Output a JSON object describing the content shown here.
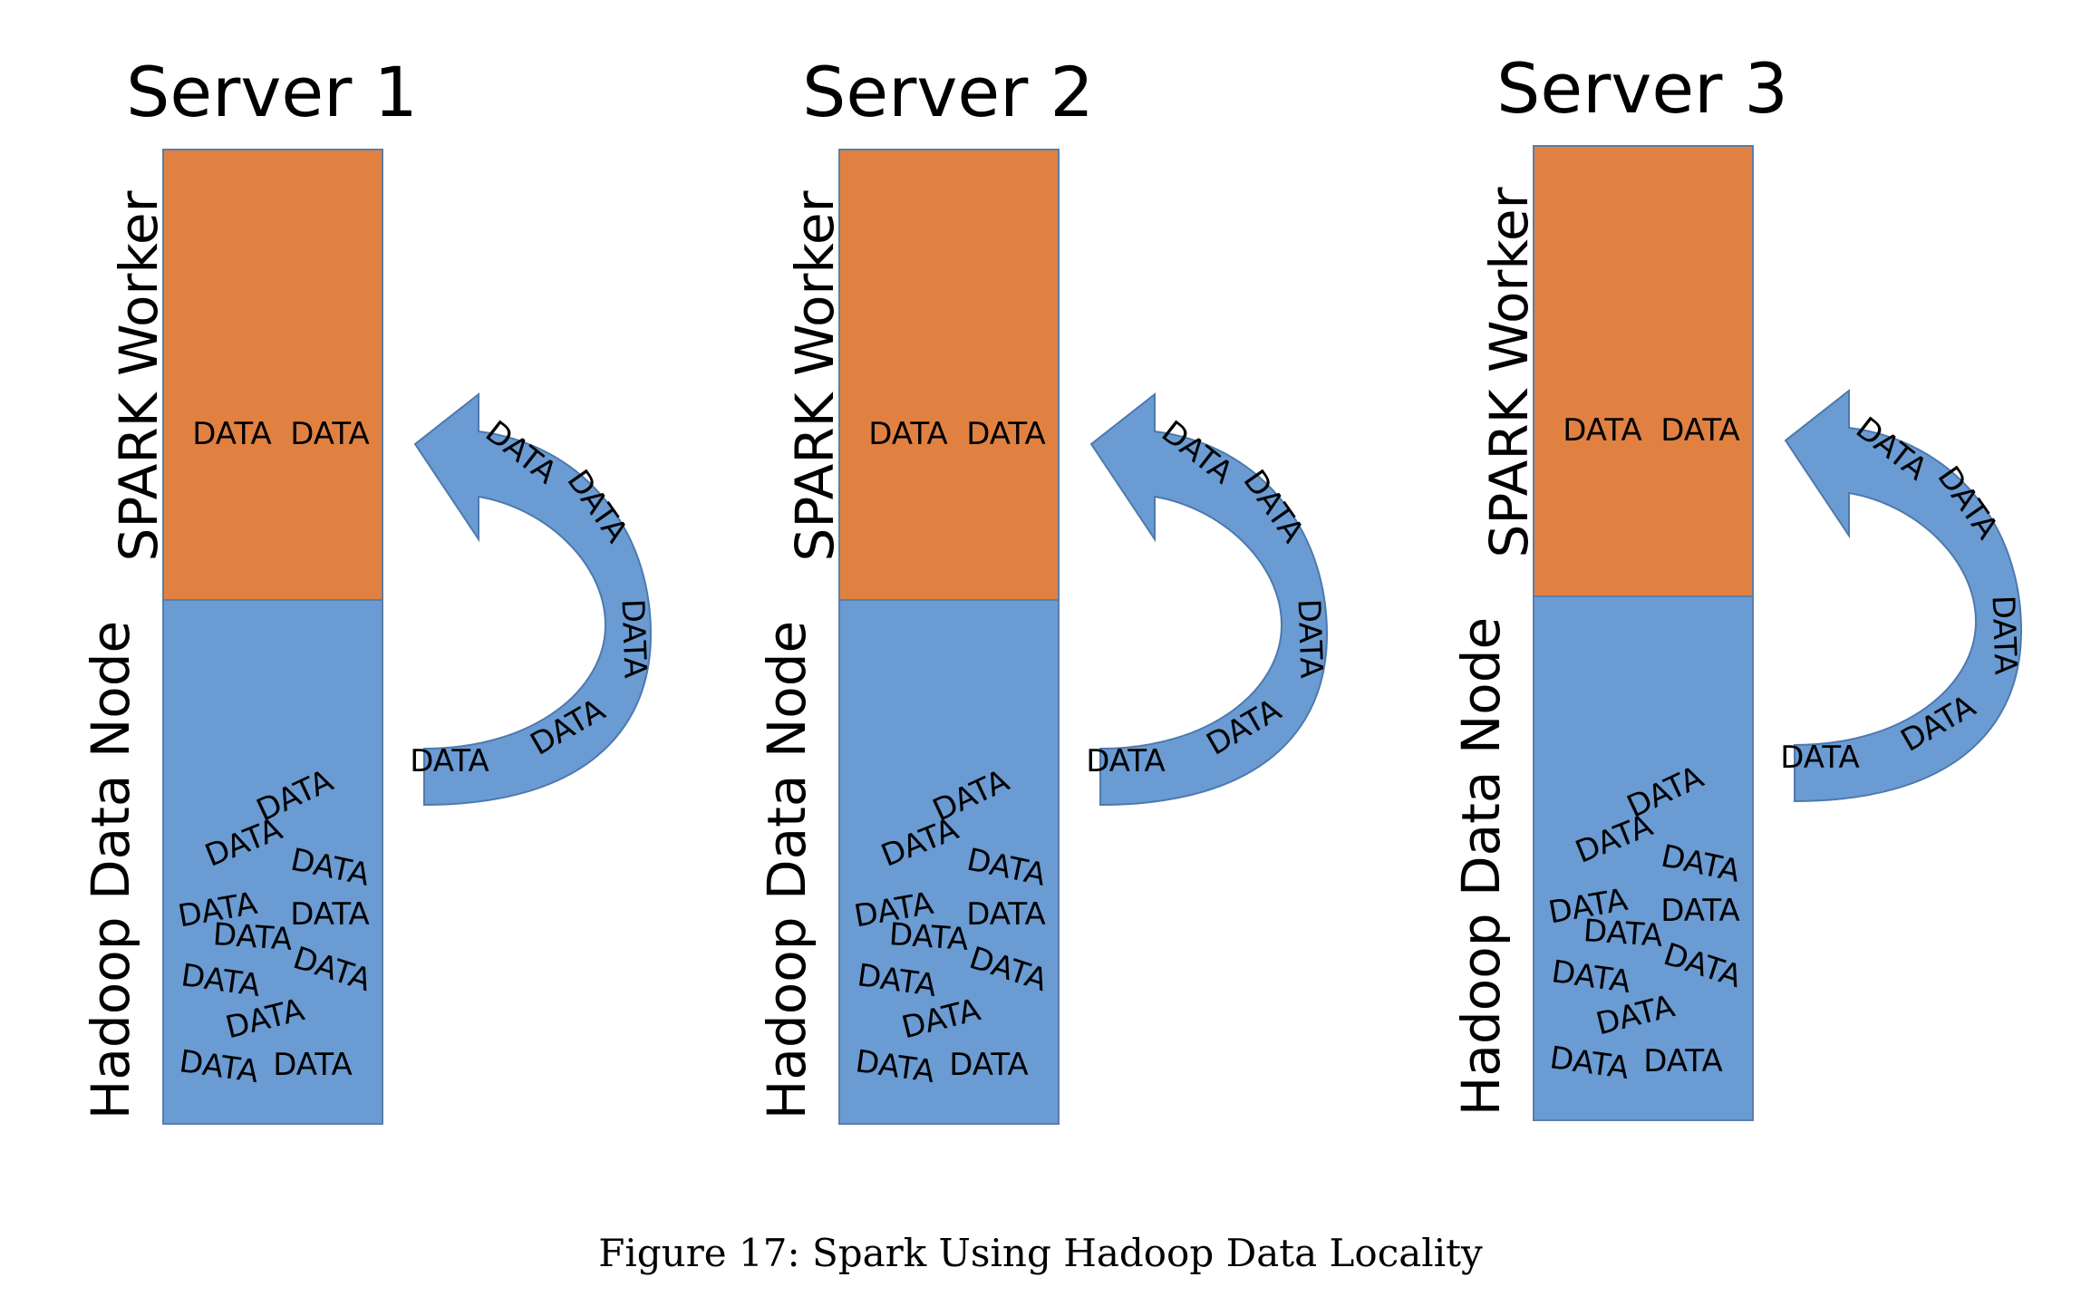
{
  "colors": {
    "spark_fill": "#E08142",
    "hadoop_fill": "#6A9BD3",
    "box_stroke": "#5A7EA8",
    "arrow_fill": "#6A9BD3",
    "arrow_stroke": "#4D79AD"
  },
  "servers": [
    {
      "title": "Server 1",
      "spark_label": "SPARK Worker",
      "hadoop_label": "Hadoop Data Node",
      "spark_data": [
        "DATA",
        "DATA"
      ],
      "arrow_data": [
        "DATA",
        "DATA",
        "DATA",
        "DATA",
        "DATA"
      ],
      "hadoop_data": [
        "DATA",
        "DATA",
        "DATA",
        "DATA",
        "DATA",
        "DATA",
        "DATA",
        "DATA",
        "DATA",
        "DATA",
        "DATA"
      ]
    },
    {
      "title": "Server 2",
      "spark_label": "SPARK Worker",
      "hadoop_label": "Hadoop Data Node",
      "spark_data": [
        "DATA",
        "DATA"
      ],
      "arrow_data": [
        "DATA",
        "DATA",
        "DATA",
        "DATA",
        "DATA"
      ],
      "hadoop_data": [
        "DATA",
        "DATA",
        "DATA",
        "DATA",
        "DATA",
        "DATA",
        "DATA",
        "DATA",
        "DATA",
        "DATA",
        "DATA"
      ]
    },
    {
      "title": "Server 3",
      "spark_label": "SPARK Worker",
      "hadoop_label": "Hadoop Data Node",
      "spark_data": [
        "DATA",
        "DATA"
      ],
      "arrow_data": [
        "DATA",
        "DATA",
        "DATA",
        "DATA",
        "DATA"
      ],
      "hadoop_data": [
        "DATA",
        "DATA",
        "DATA",
        "DATA",
        "DATA",
        "DATA",
        "DATA",
        "DATA",
        "DATA",
        "DATA",
        "DATA"
      ]
    }
  ],
  "caption": "Figure 17: Spark Using Hadoop Data Locality"
}
